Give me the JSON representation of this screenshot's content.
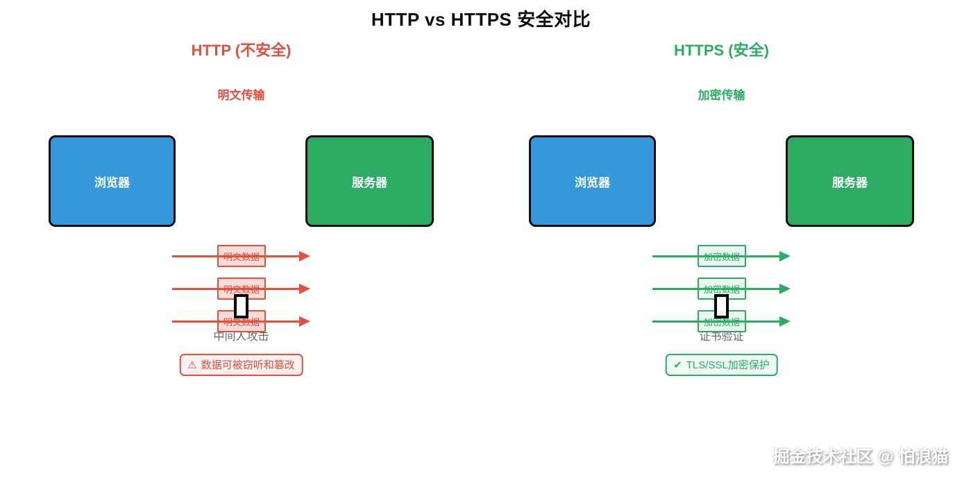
{
  "title": "HTTP vs HTTPS 安全对比",
  "watermark": "掘金技术社区 @ 怕浪猫",
  "colors": {
    "red": "#e74c3c",
    "green": "#27ae60",
    "blue": "#3498db",
    "node_border": "#0d0d0d",
    "caption_gray": "#666666"
  },
  "http": {
    "heading": "HTTP (不安全)",
    "subheading": "明文传输",
    "browser": "浏览器",
    "server": "服务器",
    "packets": [
      "明文数据",
      "明文数据",
      "明文数据"
    ],
    "caption": "中间人攻击",
    "badge_icon": "⚠",
    "badge_text": "数据可被窃听和篡改"
  },
  "https": {
    "heading": "HTTPS (安全)",
    "subheading": "加密传输",
    "browser": "浏览器",
    "server": "服务器",
    "packets": [
      "加密数据",
      "加密数据",
      "加密数据"
    ],
    "caption": "证书验证",
    "badge_icon": "✔",
    "badge_text": "TLS/SSL加密保护"
  }
}
